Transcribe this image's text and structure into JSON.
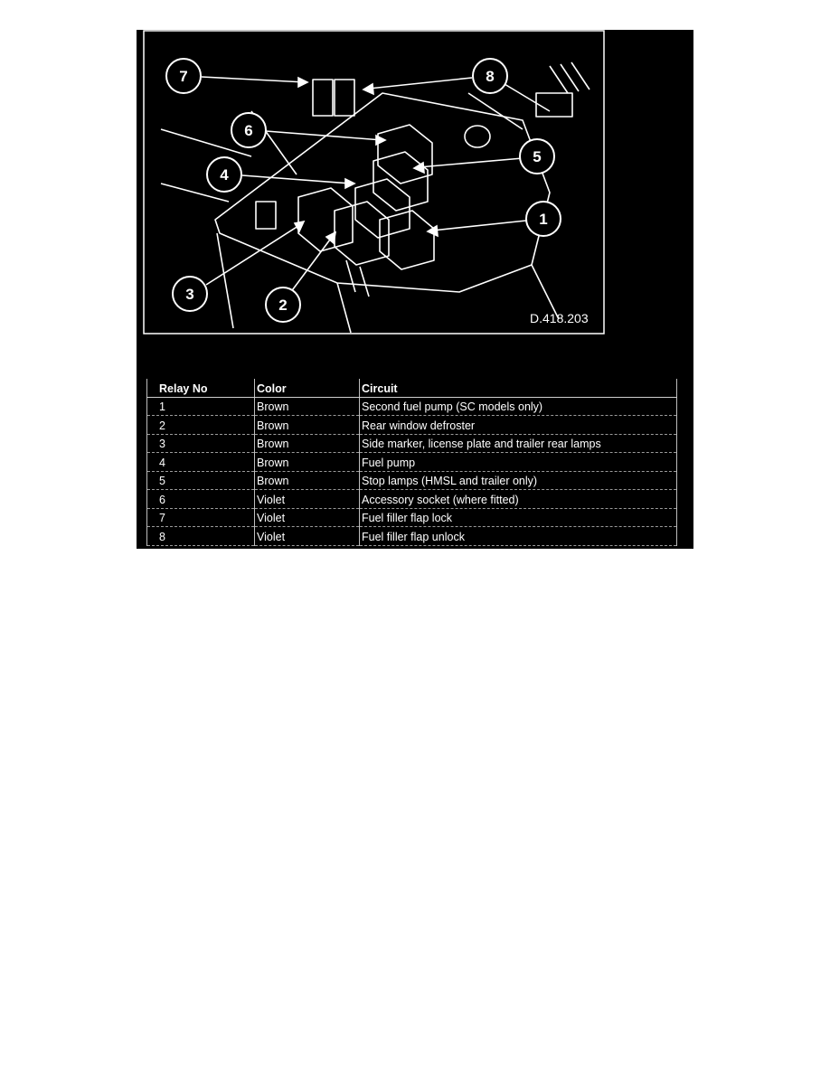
{
  "diagram": {
    "code": "D.418.203",
    "callouts": [
      "1",
      "2",
      "3",
      "4",
      "5",
      "6",
      "7",
      "8"
    ]
  },
  "table": {
    "headers": [
      "Relay No",
      "Color",
      "Circuit"
    ],
    "rows": [
      [
        "1",
        "Brown",
        "Second fuel pump (SC models only)"
      ],
      [
        "2",
        "Brown",
        "Rear window defroster"
      ],
      [
        "3",
        "Brown",
        "Side marker, license plate and trailer rear lamps"
      ],
      [
        "4",
        "Brown",
        "Fuel pump"
      ],
      [
        "5",
        "Brown",
        "Stop lamps (HMSL and trailer only)"
      ],
      [
        "6",
        "Violet",
        "Accessory socket (where fitted)"
      ],
      [
        "7",
        "Violet",
        "Fuel filler flap lock"
      ],
      [
        "8",
        "Violet",
        "Fuel filler flap unlock"
      ]
    ]
  }
}
